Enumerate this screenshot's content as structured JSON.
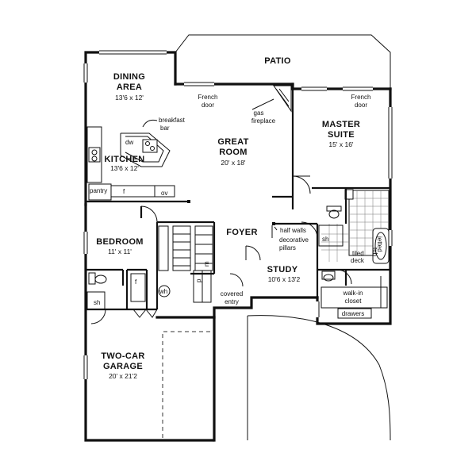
{
  "rooms": {
    "patio": {
      "name": "PATIO"
    },
    "dining": {
      "name1": "DINING",
      "name2": "AREA",
      "dim": "13'6 x 12'"
    },
    "kitchen": {
      "name": "KITCHEN",
      "dim": "13'6 x 12'"
    },
    "great_room": {
      "name1": "GREAT",
      "name2": "ROOM",
      "dim": "20' x 18'"
    },
    "master": {
      "name1": "MASTER",
      "name2": "SUITE",
      "dim": "15' x 16'"
    },
    "bedroom": {
      "name": "BEDROOM",
      "dim": "11' x 11'"
    },
    "foyer": {
      "name": "FOYER"
    },
    "study": {
      "name": "STUDY",
      "dim": "10'6 x 13'2"
    },
    "garage": {
      "name1": "TWO-CAR",
      "name2": "GARAGE",
      "dim": "20' x 21'2"
    }
  },
  "notes": {
    "french_door_left": [
      "French",
      "door"
    ],
    "french_door_right": [
      "French",
      "door"
    ],
    "gas_fireplace": [
      "gas",
      "fireplace"
    ],
    "breakfast_bar": [
      "breakfast",
      "bar"
    ],
    "half_walls": "half walls",
    "decorative_pillars": [
      "decorative",
      "pillars"
    ],
    "tiled_deck": [
      "tiled",
      "deck"
    ],
    "jetted_tub": [
      "jetted",
      "tub"
    ],
    "walk_in_closet": [
      "walk-in",
      "closet"
    ],
    "drawers": "drawers",
    "covered_entry": [
      "covered",
      "entry"
    ],
    "pantry": "pantry",
    "dw": "dw",
    "ov": "ov",
    "f_kitchen": "f",
    "f_bedroom": "f",
    "wh": "wh",
    "sh_bedroom": "sh",
    "sh_master": "sh",
    "p": "p",
    "m": "m"
  }
}
